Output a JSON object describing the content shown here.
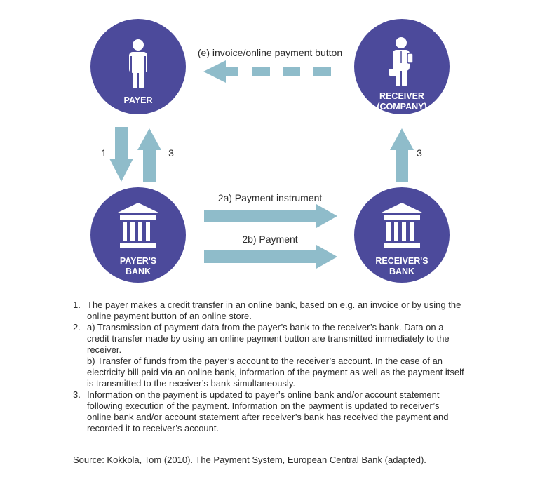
{
  "colors": {
    "node_fill": "#4c4a9b",
    "arrow_fill": "#8fbcca",
    "text": "#2b2b2b",
    "node_text": "#ffffff"
  },
  "nodes": {
    "payer": {
      "label": "PAYER",
      "icon": "person-icon"
    },
    "receiver": {
      "label_line1": "RECEIVER",
      "label_line2": "(COMPANY)",
      "icon": "businessperson-icon"
    },
    "payers_bank": {
      "label_line1": "PAYER'S",
      "label_line2": "BANK",
      "icon": "bank-icon"
    },
    "receivers_bank": {
      "label_line1": "RECEIVER'S",
      "label_line2": "BANK",
      "icon": "bank-icon"
    }
  },
  "edges": {
    "invoice": "(e) invoice/online payment button",
    "step1": "1",
    "step3_left": "3",
    "step3_right": "3",
    "payment_instrument": "2a) Payment instrument",
    "payment": "2b) Payment"
  },
  "notes": [
    {
      "number": "1.",
      "parts": [
        "The payer makes a credit transfer in an online bank, based on e.g. an invoice or by using the online payment button of an online store."
      ]
    },
    {
      "number": "2.",
      "parts": [
        "a) Transmission of payment data from the payer’s bank to the receiver’s bank. Data on a credit transfer made by using an online payment button are transmitted immediately to the receiver.",
        "b) Transfer of funds from the payer’s account to the receiver’s account. In the case of an electricity bill paid via an online bank, information of the payment as well as the payment itself is transmitted to the receiver’s bank simultaneously."
      ]
    },
    {
      "number": "3.",
      "parts": [
        "Information on the payment is updated to payer’s online bank and/or account statement following execution of the payment. Information on the payment is updated to receiver’s online bank and/or account statement after receiver’s bank has received the payment and recorded it to receiver’s account."
      ]
    }
  ],
  "source": "Source: Kokkola, Tom (2010). The Payment System, European Central Bank (adapted)."
}
